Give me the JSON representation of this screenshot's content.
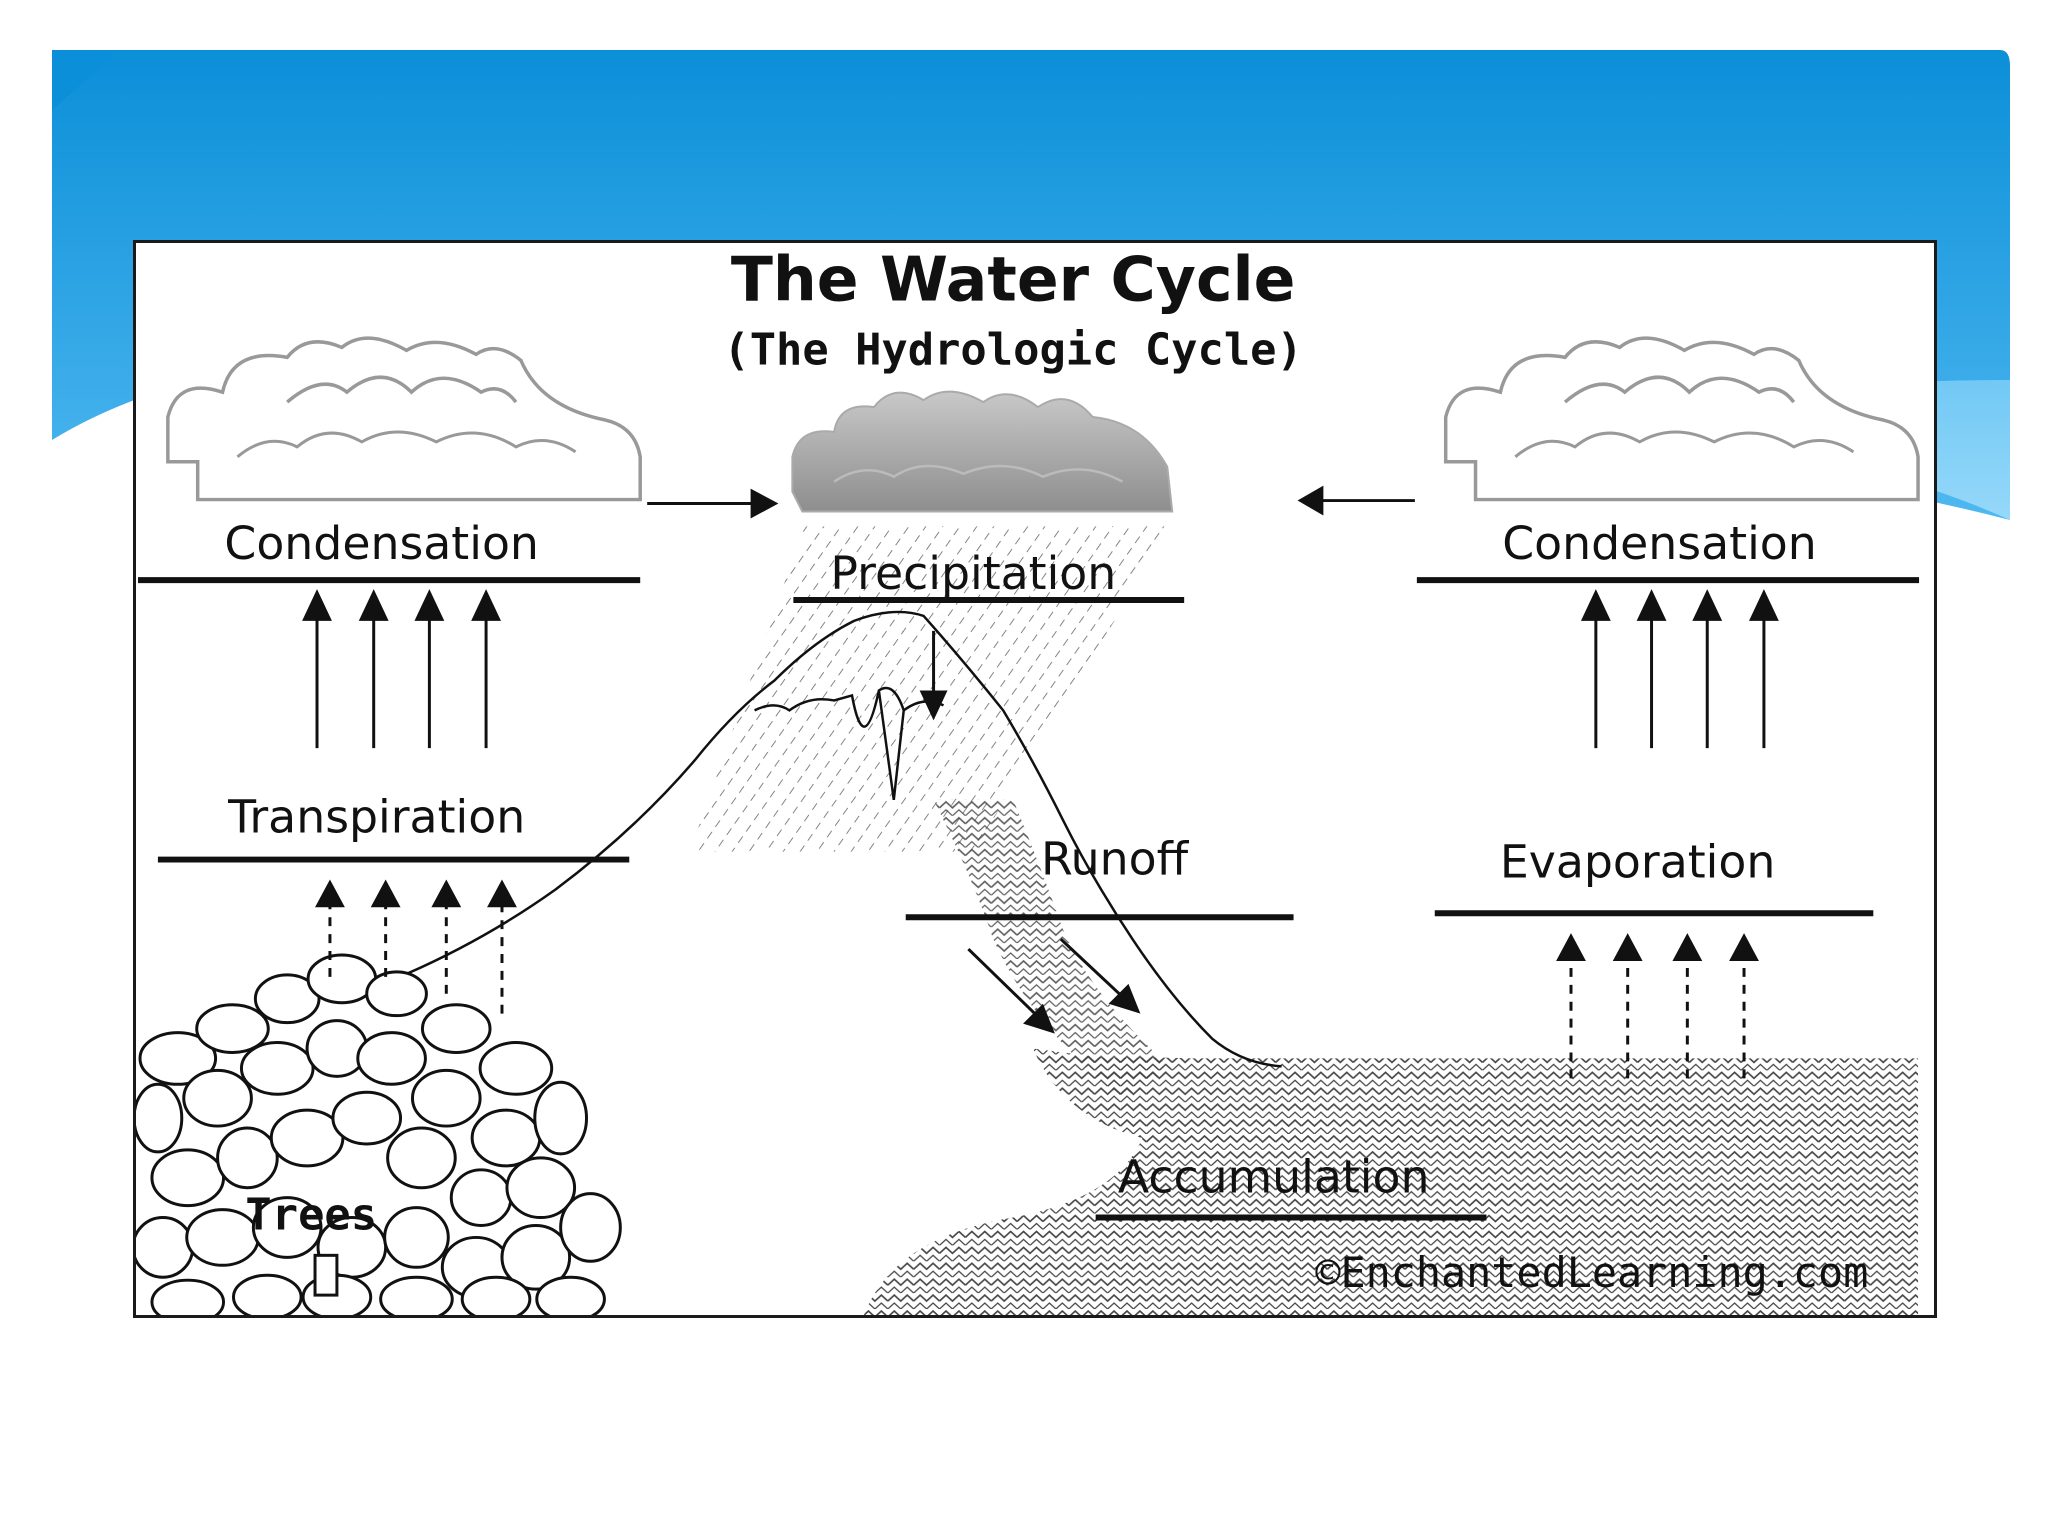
{
  "diagram": {
    "title": "The Water Cycle",
    "subtitle": "(The Hydrologic Cycle)",
    "labels": {
      "condensation_left": "Condensation",
      "condensation_right": "Condensation",
      "precipitation": "Precipitation",
      "transpiration": "Transpiration",
      "runoff": "Runoff",
      "evaporation": "Evaporation",
      "accumulation": "Accumulation",
      "trees": "Trees"
    },
    "credit": "©EnchantedLearning.com"
  },
  "colors": {
    "banner_top": "#0b8fd8",
    "banner_bottom": "#5fc3f5",
    "ink": "#111111",
    "cloud_dark": "#a9a9a9"
  }
}
